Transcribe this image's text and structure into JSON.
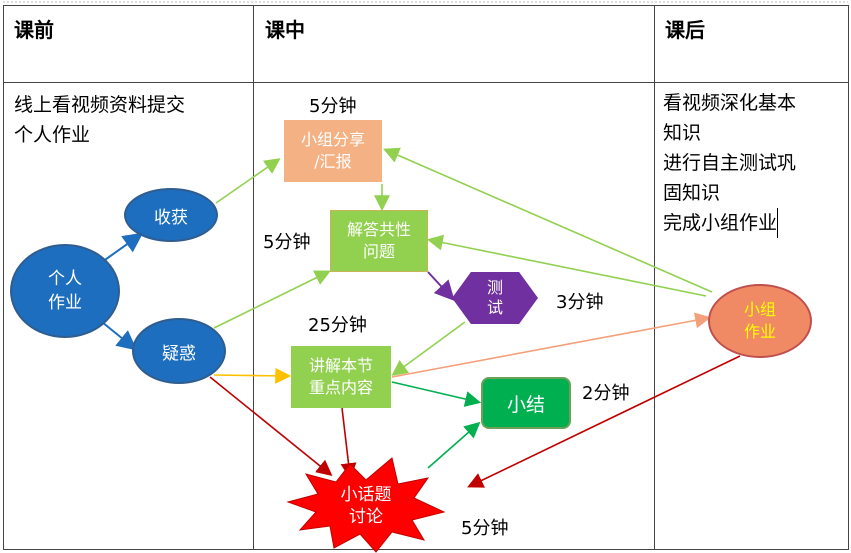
{
  "headers": {
    "before": "课前",
    "during": "课中",
    "after": "课后"
  },
  "before_text": [
    "线上看视频资料提交",
    "个人作业"
  ],
  "after_text": [
    "看视频深化基本",
    "知识",
    "进行自主测试巩",
    "固知识",
    "完成小组作业"
  ],
  "nodes": {
    "personal_work": [
      "个人",
      "作业"
    ],
    "harvest": "收获",
    "doubt": "疑惑",
    "group_share": [
      "小组分享",
      "/汇报"
    ],
    "answer_common": [
      "解答共性",
      "问题"
    ],
    "test": [
      "测",
      "试"
    ],
    "explain_key": [
      "讲解本节",
      "重点内容"
    ],
    "summary": "小结",
    "topic_discussion": [
      "小话题",
      "讨论"
    ],
    "group_work": [
      "小组",
      "作业"
    ]
  },
  "durations": {
    "share": "5分钟",
    "answer": "5分钟",
    "test": "3分钟",
    "explain": "25分钟",
    "summary": "2分钟",
    "discussion": "5分钟"
  },
  "colors": {
    "blue_node": "#1e6ebf",
    "green_box": "#92d050",
    "dark_green_box": "#00b050",
    "purple_hex": "#7030a0",
    "salmon_box": "#f4b183",
    "orange_ellipse": "#f08a64",
    "red_star": "#ff0000",
    "arrow_green": "#92d050",
    "arrow_blue": "#1e6ebf",
    "arrow_red": "#c00000",
    "arrow_orange": "#ffc000"
  }
}
